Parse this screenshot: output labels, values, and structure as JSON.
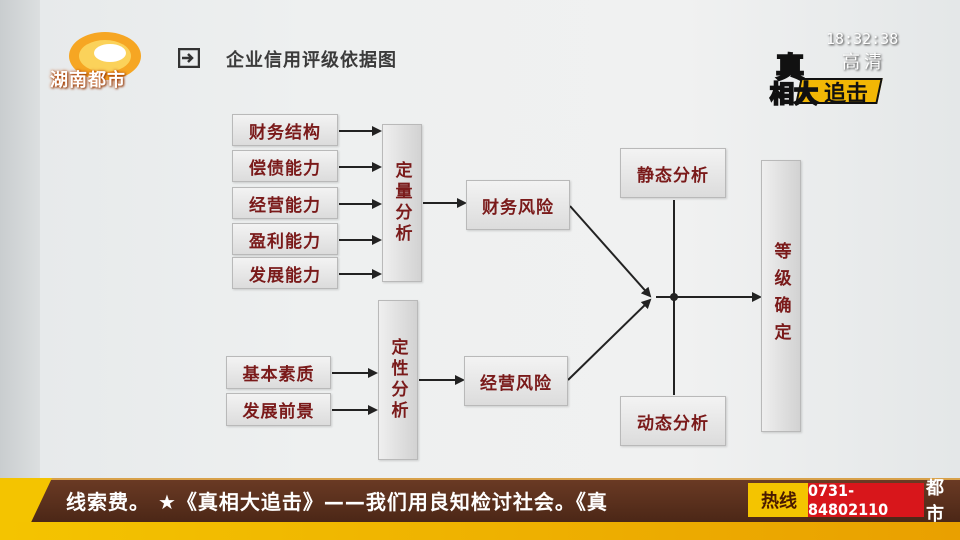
{
  "diagram": {
    "title": "企业信用评级依据图",
    "quantitative_inputs": [
      "财务结构",
      "偿债能力",
      "经营能力",
      "盈利能力",
      "发展能力"
    ],
    "qualitative_inputs": [
      "基本素质",
      "发展前景"
    ],
    "quantitative_analysis": "定量分析",
    "qualitative_analysis": "定性分析",
    "financial_risk": "财务风险",
    "operating_risk": "经营风险",
    "static_analysis": "静态分析",
    "dynamic_analysis": "动态分析",
    "grade": "等级确定"
  },
  "broadcast": {
    "channel_logo": "湖南都市",
    "time": "18:32:38",
    "quality": "高清",
    "show_title_1": "真",
    "show_title_2": "相大",
    "show_title_3": "追击",
    "ticker_text": "线索费。 ★《真相大追击》——我们用良知检讨社会。《真",
    "hotline_label": "热线",
    "hotline_number": "0731-84802110",
    "hotline_suffix": "都市"
  },
  "colors": {
    "box_text": "#7a1a1a",
    "ticker_bg": "#5a2f1c",
    "accent_yellow": "#f4c400",
    "hotline_red": "#d8161b"
  }
}
